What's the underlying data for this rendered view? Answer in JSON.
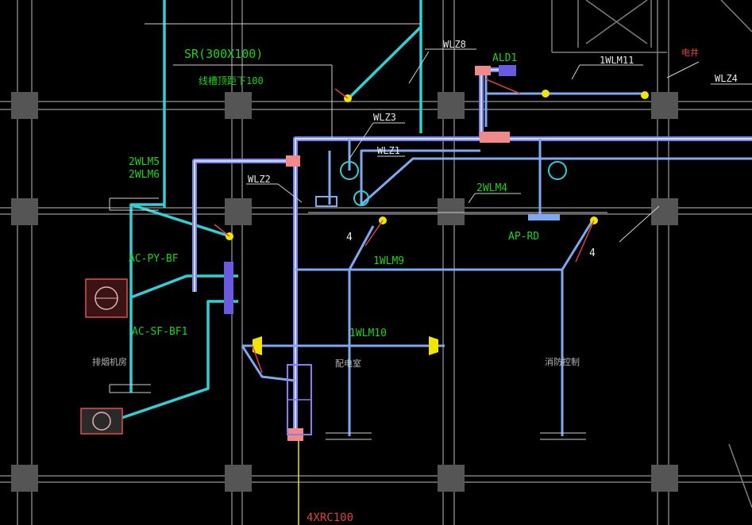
{
  "colors": {
    "background": "#000000",
    "wall": "#7d7d7d",
    "column": "#555555",
    "cable_tray": "#2fd0d6",
    "main_conduit": "#8a7cf0",
    "branch_conduit": "#7fa8f0",
    "label_green": "#19d419",
    "label_red": "#e04040",
    "lamp_yellow": "#f2e600",
    "box_pink": "#f08a8a"
  },
  "labels": {
    "sr_tray": "SR(300X100)",
    "tray_note": "线槽顶距下100",
    "wlz8": "WLZ8",
    "ald1": "ALD1",
    "wlm11": "1WLM11",
    "elevator": "电井",
    "wlz4": "WLZ4",
    "wlz3": "WLZ3",
    "wlz1": "WLZ1",
    "wlm5": "2WLM5",
    "wlm6": "2WLM6",
    "wlz2": "WLZ2",
    "wlm4": "2WLM4",
    "ap_rd": "AP-RD",
    "lamp_count_left": "4",
    "lamp_count_right": "4",
    "ac_py": "AC-PY-BF",
    "wlm9": "1WLM9",
    "ac_sf": "AC-SF-BF1",
    "wlm10": "1WLM10",
    "room_exhaust": "排烟机房",
    "room_left": "配电室",
    "room_right": "消防控制",
    "incoming": "4XRC100"
  }
}
